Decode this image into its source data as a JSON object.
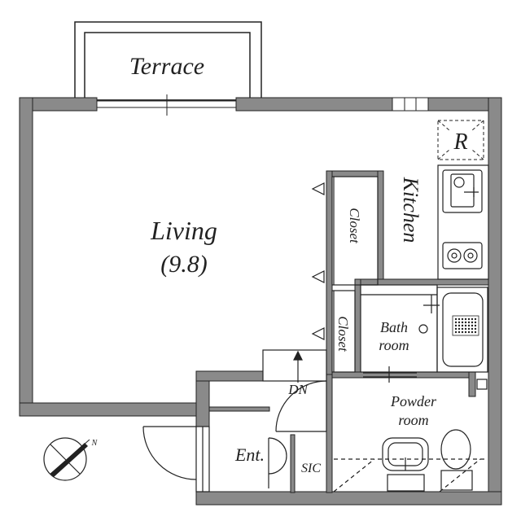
{
  "rooms": {
    "terrace": "Terrace",
    "living": "Living",
    "living_size": "(9.8)",
    "kitchen": "Kitchen",
    "closet_upper": "Closet",
    "closet_lower": "Closet",
    "bath_line1": "Bath",
    "bath_line2": "room",
    "powder_line1": "Powder",
    "powder_line2": "room",
    "entrance": "Ent.",
    "sic": "SIC",
    "stair": "DN",
    "refrigerator_mark": "R"
  },
  "compass": {
    "north": "N"
  },
  "colors": {
    "wall": "#8a8a8a",
    "outline": "#222222",
    "background": "#ffffff"
  }
}
